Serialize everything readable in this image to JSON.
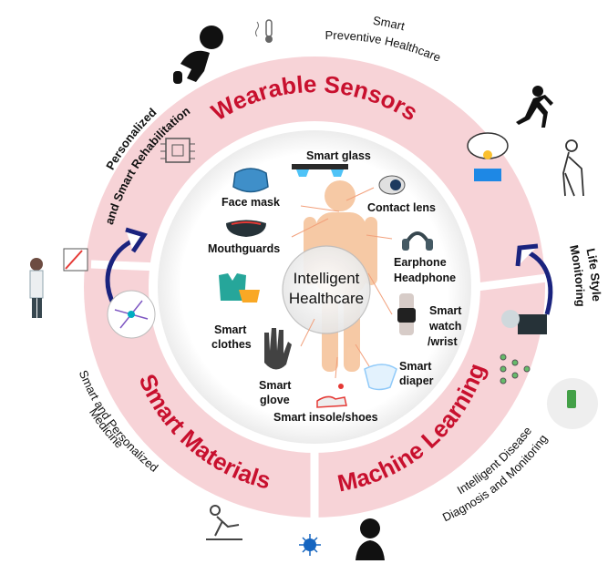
{
  "center": {
    "line1": "Intelligent",
    "line2": "Healthcare"
  },
  "ring_sections": {
    "wearable_sensors": "Wearable Sensors",
    "smart_materials": "Smart Materials",
    "machine_learning": "Machine Learning"
  },
  "outer_labels": {
    "smart_preventive_1": "Smart",
    "smart_preventive_2": "Preventive Healthcare",
    "personalized_1": "Personalized",
    "personalized_2": "and Smart Rehabilitation",
    "life_style_1": "Life Style",
    "life_style_2": "Monitoring",
    "medicine_1": "Smart and Personalized",
    "medicine_2": "Medicine",
    "disease_1": "Intelligent Disease",
    "disease_2": "Diagnosis and Monitoring"
  },
  "devices": {
    "smart_glass": "Smart glass",
    "face_mask": "Face mask",
    "contact_lens": "Contact lens",
    "mouthguards": "Mouthguards",
    "earphone_1": "Earphone",
    "earphone_2": "Headphone",
    "smart_clothes_1": "Smart",
    "smart_clothes_2": "clothes",
    "smart_watch_1": "Smart",
    "smart_watch_2": "watch",
    "smart_watch_3": "/wrist",
    "smart_glove_1": "Smart",
    "smart_glove_2": "glove",
    "smart_diaper_1": "Smart",
    "smart_diaper_2": "diaper",
    "smart_insole": "Smart insole/shoes"
  },
  "colors": {
    "ring": "#f7d3d7",
    "section_title": "#c8102e",
    "arrow": "#1a237e",
    "icon": "#111111"
  }
}
